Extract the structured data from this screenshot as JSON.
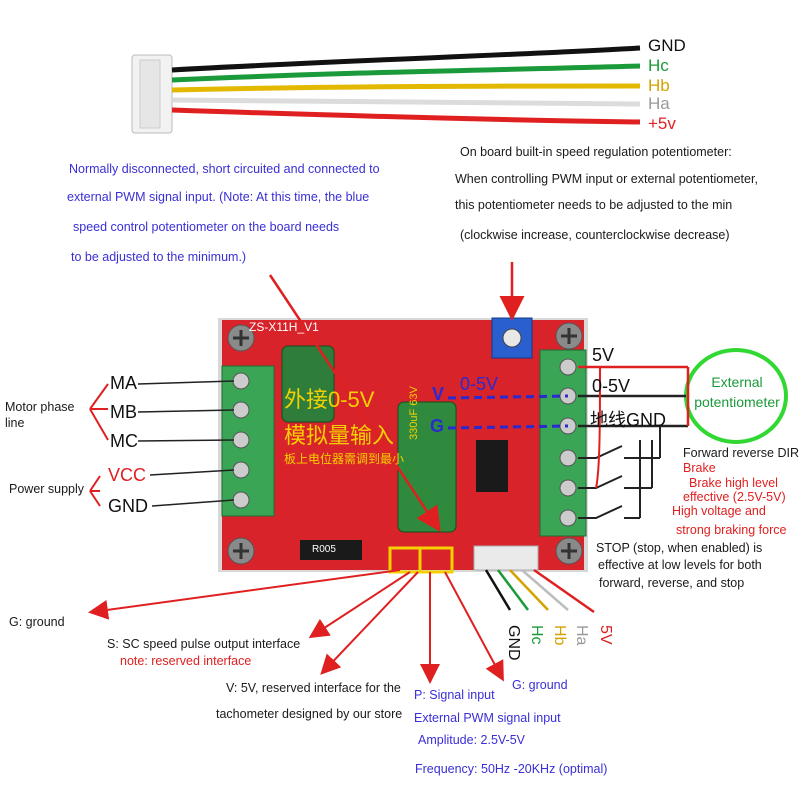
{
  "wire_labels": [
    {
      "text": "GND",
      "color": "#111111"
    },
    {
      "text": "Hc",
      "color": "#1a9a3a"
    },
    {
      "text": "Hb",
      "color": "#d4a300"
    },
    {
      "text": "Ha",
      "color": "#9a9a9a"
    },
    {
      "text": "+5v",
      "color": "#e02020"
    }
  ],
  "pwm_note": [
    "Normally disconnected, short circuited and connected to",
    "external PWM signal input. (Note: At this time, the blue",
    "speed control potentiometer on the board needs",
    "to be adjusted to the minimum.)"
  ],
  "pot_note": [
    "On board built-in speed regulation potentiometer:",
    "When controlling PWM input or external potentiometer,",
    "this potentiometer needs to be adjusted to the min",
    "(clockwise increase, counterclockwise decrease)"
  ],
  "left_terms": {
    "motor_phase": "Motor phase",
    "motor_phase2": "line",
    "ma": "MA",
    "mb": "MB",
    "mc": "MC",
    "power_supply": "Power supply",
    "vcc": "VCC",
    "gnd": "GND"
  },
  "right_terms": {
    "v5": "5V",
    "v05": "0-5V",
    "gnd": "地线GND",
    "ext_pot": "External potentiometer",
    "fwd_rev": "Forward reverse DIR",
    "brake": "Brake",
    "brake2": "Brake high level",
    "brake3": "effective (2.5V-5V)",
    "brake4": "High voltage and",
    "brake5": "strong braking force",
    "stop1": "STOP (stop, when enabled) is",
    "stop2": "effective at low levels for both",
    "stop3": "forward, reverse, and stop"
  },
  "board": {
    "title": "ZS-X11H_V1",
    "cn1": "外接0-5V",
    "cn2": "模拟量输入",
    "cn3": "板上电位器需调到最小",
    "v_mark": "V",
    "g_mark": "G",
    "v_range": "0-5V",
    "resistor": "R005",
    "cap": "330uF 63V"
  },
  "bottom": {
    "g_ground": "G: ground",
    "s_line1": "S: SC speed pulse output interface",
    "s_line2": "note: reserved interface",
    "v_line1": "V: 5V, reserved interface for the",
    "v_line2": "tachometer designed by our store",
    "p_line1": "P: Signal input",
    "p_line2": "External PWM signal input",
    "p_line3": "Amplitude: 2.5V-5V",
    "p_line4": "Frequency: 50Hz -20KHz (optimal)",
    "g_ground2": "G: ground",
    "rot_gnd": "GND",
    "rot_hc": "Hc",
    "rot_hb": "Hb",
    "rot_ha": "Ha",
    "rot_5v": "5V"
  }
}
